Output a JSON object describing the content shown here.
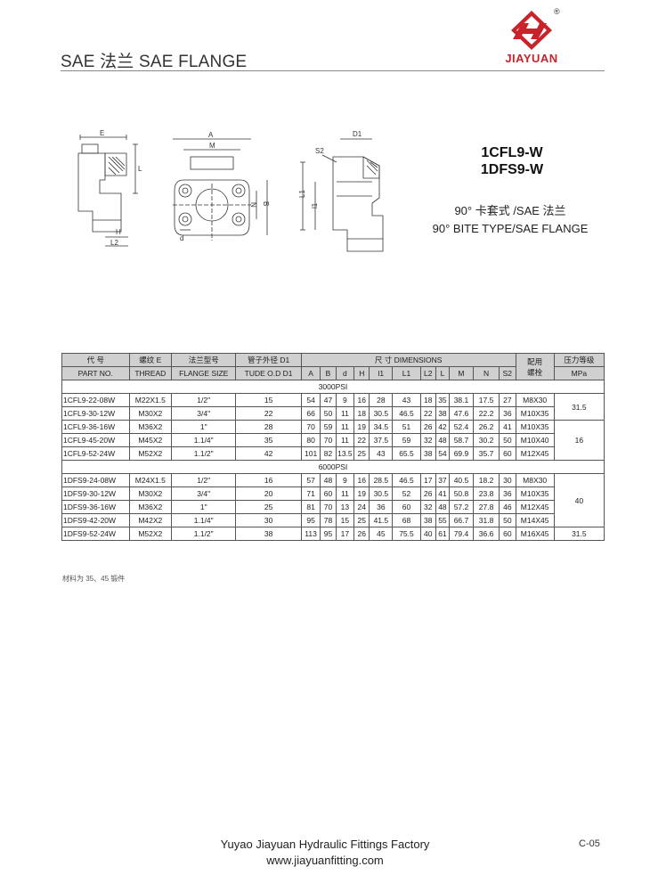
{
  "header": {
    "title": "SAE 法兰   SAE FLANGE",
    "brand": "JIAYUAN",
    "reg": "®"
  },
  "drawing_labels": {
    "e": "E",
    "l": "L",
    "h": "H",
    "l2": "L2",
    "a": "A",
    "m": "M",
    "n": "N",
    "b": "B",
    "d": "d",
    "d1": "D1",
    "s2": "S2",
    "l1": "L1",
    "i1": "l1"
  },
  "product": {
    "model1": "1CFL9-W",
    "model2": "1DFS9-W",
    "desc_cn": "90° 卡套式 /SAE 法兰",
    "desc_en": "90° BITE TYPE/SAE FLANGE"
  },
  "table": {
    "head_cn": {
      "part": "代 号",
      "thread": "螺纹 E",
      "flange": "法兰型号",
      "tube": "管子外径 D1",
      "dims": "尺 寸 DIMENSIONS",
      "bolt": "配用\n螺栓",
      "pressure": "压力等级"
    },
    "head_en": {
      "part": "PART NO.",
      "thread": "THREAD",
      "flange": "FLANGE SIZE",
      "tube": "TUDE O.D D1",
      "pressure": "MPa"
    },
    "dim_cols": [
      "A",
      "B",
      "d",
      "H",
      "l1",
      "L1",
      "L2",
      "L",
      "M",
      "N",
      "S2"
    ],
    "bolt_label": "配用",
    "bolt_label2": "螺栓",
    "sections": [
      {
        "title": "3000PSI",
        "rows": [
          [
            "1CFL9-22-08W",
            "M22X1.5",
            "1/2\"",
            "15",
            "54",
            "47",
            "9",
            "16",
            "28",
            "43",
            "18",
            "35",
            "38.1",
            "17.5",
            "27",
            "M8X30"
          ],
          [
            "1CFL9-30-12W",
            "M30X2",
            "3/4\"",
            "22",
            "66",
            "50",
            "11",
            "18",
            "30.5",
            "46.5",
            "22",
            "38",
            "47.6",
            "22.2",
            "36",
            "M10X35"
          ],
          [
            "1CFL9-36-16W",
            "M36X2",
            "1\"",
            "28",
            "70",
            "59",
            "11",
            "19",
            "34.5",
            "51",
            "26",
            "42",
            "52.4",
            "26.2",
            "41",
            "M10X35"
          ],
          [
            "1CFL9-45-20W",
            "M45X2",
            "1.1/4\"",
            "35",
            "80",
            "70",
            "11",
            "22",
            "37.5",
            "59",
            "32",
            "48",
            "58.7",
            "30.2",
            "50",
            "M10X40"
          ],
          [
            "1CFL9-52-24W",
            "M52X2",
            "1.1/2\"",
            "42",
            "101",
            "82",
            "13.5",
            "25",
            "43",
            "65.5",
            "38",
            "54",
            "69.9",
            "35.7",
            "60",
            "M12X45"
          ]
        ],
        "pressures": [
          {
            "value": "31.5",
            "span": 2
          },
          {
            "value": "16",
            "span": 3
          }
        ]
      },
      {
        "title": "6000PSI",
        "rows": [
          [
            "1DFS9-24-08W",
            "M24X1.5",
            "1/2\"",
            "16",
            "57",
            "48",
            "9",
            "16",
            "28.5",
            "46.5",
            "17",
            "37",
            "40.5",
            "18.2",
            "30",
            "M8X30"
          ],
          [
            "1DFS9-30-12W",
            "M30X2",
            "3/4\"",
            "20",
            "71",
            "60",
            "11",
            "19",
            "30.5",
            "52",
            "26",
            "41",
            "50.8",
            "23.8",
            "36",
            "M10X35"
          ],
          [
            "1DFS9-36-16W",
            "M36X2",
            "1\"",
            "25",
            "81",
            "70",
            "13",
            "24",
            "36",
            "60",
            "32",
            "48",
            "57.2",
            "27.8",
            "46",
            "M12X45"
          ],
          [
            "1DFS9-42-20W",
            "M42X2",
            "1.1/4\"",
            "30",
            "95",
            "78",
            "15",
            "25",
            "41.5",
            "68",
            "38",
            "55",
            "66.7",
            "31.8",
            "50",
            "M14X45"
          ],
          [
            "1DFS9-52-24W",
            "M52X2",
            "1.1/2\"",
            "38",
            "113",
            "95",
            "17",
            "26",
            "45",
            "75.5",
            "40",
            "61",
            "79.4",
            "36.6",
            "60",
            "M16X45"
          ]
        ],
        "pressures": [
          {
            "value": "40",
            "span": 4
          },
          {
            "value": "31.5",
            "span": 1
          }
        ]
      }
    ]
  },
  "note": "材料为 35、45 锻件",
  "footer": {
    "company": "Yuyao Jiayuan Hydraulic Fittings Factory",
    "website": "www.jiayuanfitting.com",
    "page": "C-05"
  },
  "colors": {
    "brand_red": "#c8222a",
    "header_gray": "#d0d0d0"
  }
}
